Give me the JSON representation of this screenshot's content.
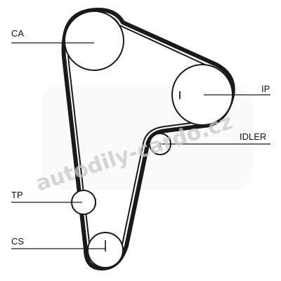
{
  "labels": {
    "ca": "CA",
    "ip": "IP",
    "idler": "IDLER",
    "tp": "TP",
    "cs": "CS"
  },
  "watermark": {
    "text": "autodily-cardo.cz"
  },
  "colors": {
    "belt": "#1a1a1a",
    "pulley_stroke": "#1a1a1a",
    "leader_line": "#1a1a1a",
    "watermark": "#c8c8c8",
    "background": "#ffffff"
  }
}
